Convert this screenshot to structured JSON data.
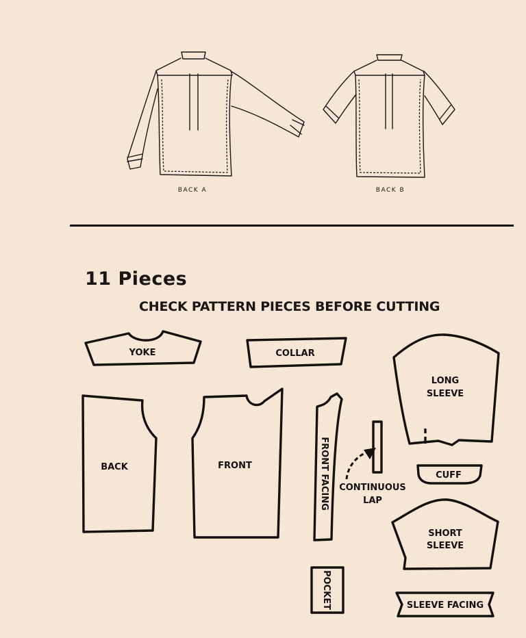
{
  "illustrations": {
    "back_a_label": "BACK A",
    "back_b_label": "BACK B"
  },
  "pieces_heading": "11 Pieces",
  "instruction": "CHECK PATTERN PIECES BEFORE CUTTING",
  "pieces": {
    "yoke": "YOKE",
    "collar": "COLLAR",
    "long_sleeve": [
      "LONG",
      "SLEEVE"
    ],
    "back": "BACK",
    "front": "FRONT",
    "front_facing": "FRONT FACING",
    "continuous_lap": [
      "CONTINUOUS",
      "LAP"
    ],
    "cuff": "CUFF",
    "short_sleeve": [
      "SHORT",
      "SLEEVE"
    ],
    "pocket": "POCKET",
    "sleeve_facing": "SLEEVE FACING"
  }
}
